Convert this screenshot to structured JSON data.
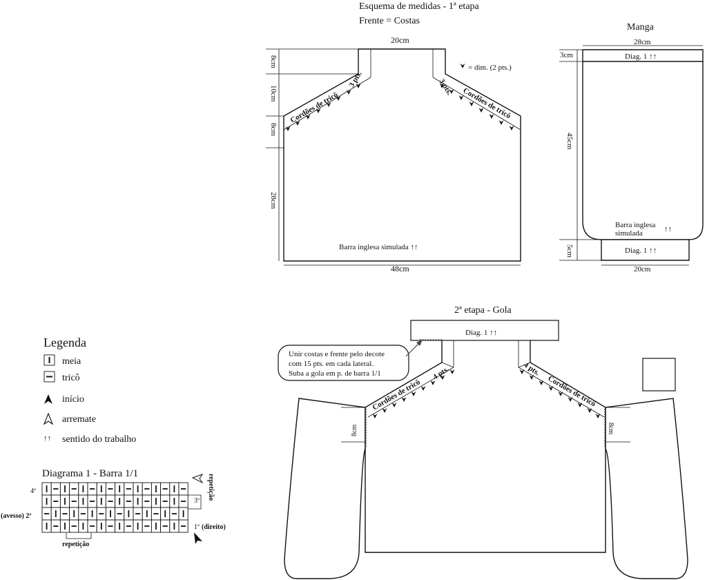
{
  "header": {
    "title_line1": "Esquema de medidas - 1ª etapa",
    "title_line2": "Frente = Costas"
  },
  "body_piece": {
    "neck_width": "20cm",
    "bottom_width": "48cm",
    "heights": [
      "8cm",
      "10cm",
      "8cm",
      "28cm"
    ],
    "left_band_label": "Cordões de tricô",
    "left_band_count": "3 pts.",
    "right_band_label": "Cordões de tricô",
    "right_band_count": "3 pts.",
    "dec_note": "= dim. (2 pts.)",
    "hem_label": "Barra inglesa simulada ↑↑"
  },
  "sleeve": {
    "title": "Manga",
    "top_width": "28cm",
    "bottom_width": "20cm",
    "heights": [
      "3cm",
      "45cm",
      "5cm"
    ],
    "top_band": "Diag. 1 ↑↑",
    "rib_line1": "Barra inglesa",
    "rib_line2": "simulada",
    "rib_arrows": "↑↑",
    "cuff_band": "Diag. 1 ↑↑"
  },
  "stage2": {
    "title": "2ª etapa - Gola",
    "collar_band": "Diag. 1 ↑↑",
    "note_line1": "Unir costas e frente pelo decote",
    "note_line2": "com 15 pts. em cada lateral.",
    "note_line3": "Suba a gola em p. de barra 1/1",
    "left_band_label": "Cordões de tricô",
    "left_band_count": "4 pts.",
    "right_band_label": "Cordões de tricô",
    "right_band_count": "4 pts.",
    "left_height": "8cm",
    "right_height": "8cm"
  },
  "legend": {
    "title": "Legenda",
    "items": [
      {
        "icon": "knit-stitch-icon",
        "label": "meia"
      },
      {
        "icon": "purl-stitch-icon",
        "label": "tricô"
      },
      {
        "icon": "start-arrow-icon",
        "label": "início"
      },
      {
        "icon": "finish-arrow-icon",
        "label": "arremate"
      },
      {
        "icon": "work-direction-icon",
        "label": "sentido do trabalho"
      }
    ]
  },
  "diagram": {
    "title": "Diagrama 1 - Barra 1/1",
    "rows": [
      {
        "label": "4ª",
        "cells": "|-|-|-|-|-|-|-|-"
      },
      {
        "label": "3ª",
        "cells": "|-|-|-|-|-|-|-|-"
      },
      {
        "label": "(avesso) 2ª",
        "cells": "-|-|-|-|-|-|-|-|"
      },
      {
        "label": "1ª",
        "cells": "|-|-|-|-|-|-|-|-"
      }
    ],
    "right_label_1": "(direito)",
    "repeat_vertical": "repetição",
    "repeat_horizontal": "repetição"
  }
}
